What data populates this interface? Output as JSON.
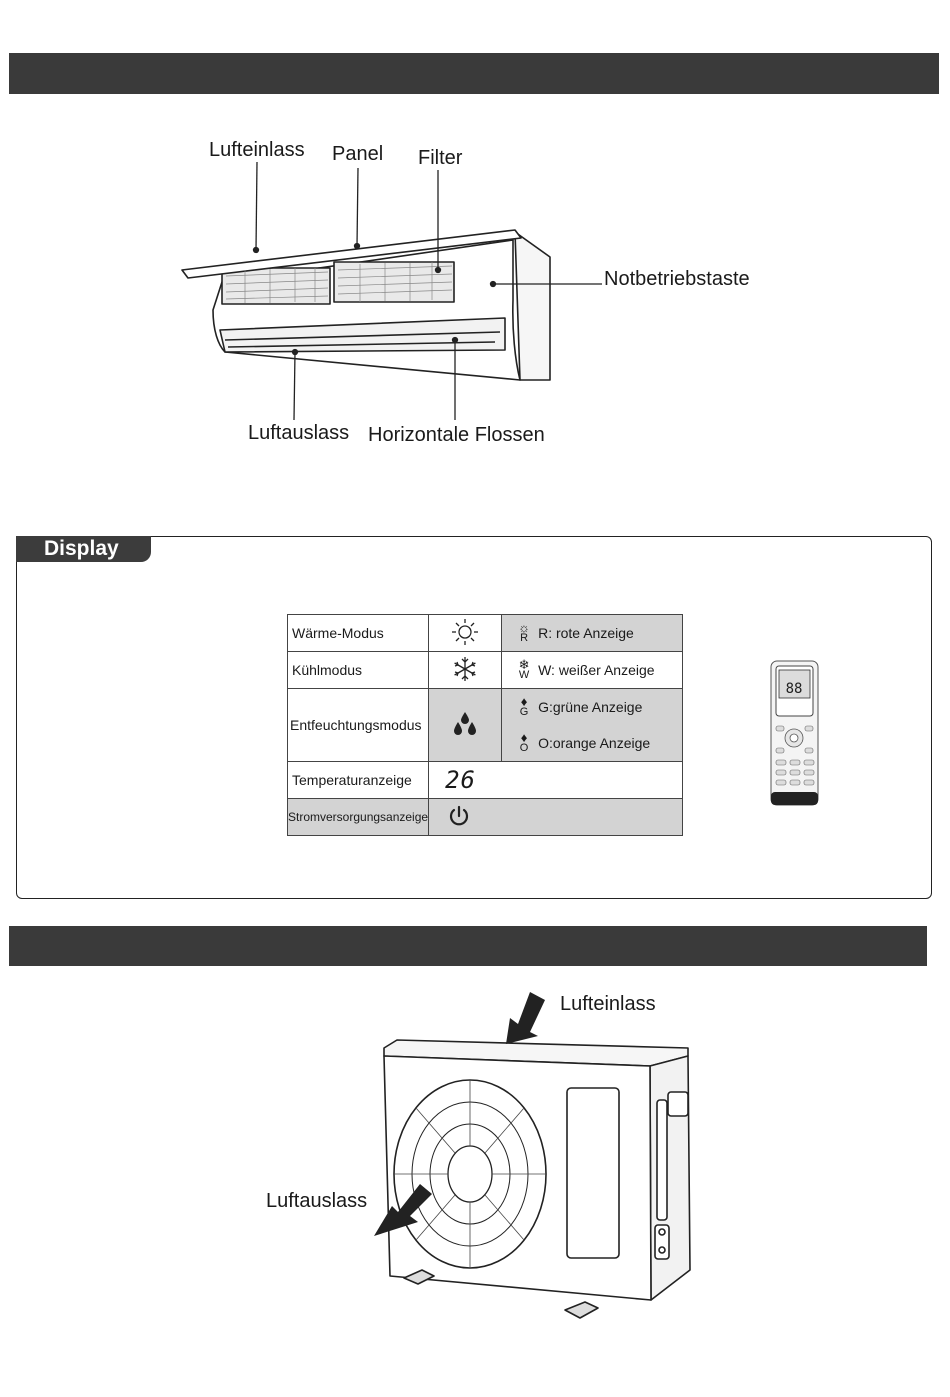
{
  "indoor_unit": {
    "labels": {
      "air_inlet": "Lufteinlass",
      "panel": "Panel",
      "filter": "Filter",
      "emergency_button": "Notbetriebstaste",
      "air_outlet": "Luftauslass",
      "horizontal_flaps": "Horizontale Flossen"
    }
  },
  "display": {
    "title": "Display",
    "rows": [
      {
        "name": "Wärme-Modus",
        "icon": "sun-icon",
        "indicators": [
          {
            "symbol": "sun-icon",
            "letter": "R",
            "text": "R: rote Anzeige"
          }
        ]
      },
      {
        "name": "Kühlmodus",
        "icon": "snowflake-icon",
        "indicators": [
          {
            "symbol": "snowflake-icon",
            "letter": "W",
            "text": "W: weißer Anzeige"
          }
        ]
      },
      {
        "name": "Entfeuchtungsmodus",
        "icon": "droplets-icon",
        "indicators": [
          {
            "symbol": "droplets-icon",
            "letter": "G",
            "text": "G:grüne Anzeige"
          },
          {
            "symbol": "droplets-icon",
            "letter": "O",
            "text": "O:orange Anzeige"
          }
        ]
      },
      {
        "name": "Temperaturanzeige",
        "value": "26"
      },
      {
        "name": "Stromversorgungsanzeige",
        "icon": "power-icon"
      }
    ],
    "remote_display": "88"
  },
  "outdoor_unit": {
    "labels": {
      "air_inlet": "Lufteinlass",
      "air_outlet": "Luftauslass"
    }
  },
  "colors": {
    "header_bar": "#3a3a3a",
    "table_gray": "#d3d3d3"
  }
}
